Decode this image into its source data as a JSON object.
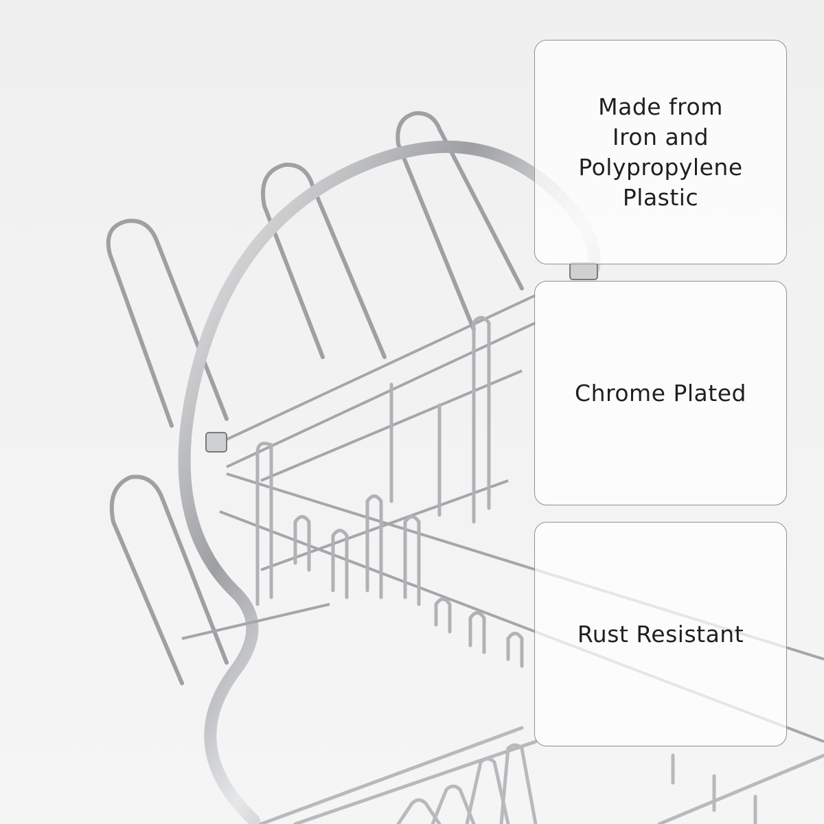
{
  "image": {
    "subject": "chrome-dish-rack-icon",
    "background_color": "#f1f1f1",
    "wire_color": "#c9cacc"
  },
  "features": [
    {
      "label": "Made from\nIron and\nPolypropylene\nPlastic"
    },
    {
      "label": "Chrome Plated"
    },
    {
      "label": "Rust Resistant"
    }
  ]
}
